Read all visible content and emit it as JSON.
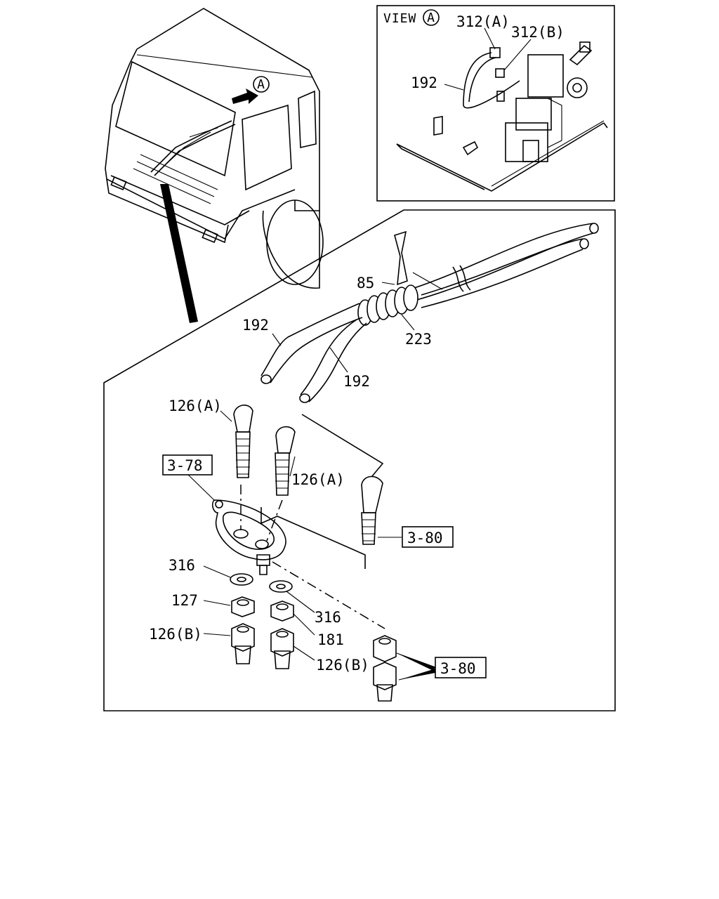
{
  "view_box": {
    "title": "VIEW",
    "marker": "A",
    "labels": {
      "p312a": "312(A)",
      "p312b": "312(B)",
      "p192": "192"
    }
  },
  "cab": {
    "marker": "A"
  },
  "detail": {
    "labels": {
      "p85": "85",
      "p192_upper": "192",
      "p223": "223",
      "p192_lower": "192",
      "p126a_left": "126(A)",
      "p126a_right": "126(A)",
      "ref_378": "3-78",
      "ref_380_mid": "3-80",
      "p316_left": "316",
      "p316_right": "316",
      "p127": "127",
      "p181": "181",
      "p126b_left": "126(B)",
      "p126b_right": "126(B)",
      "ref_380_low": "3-80"
    }
  }
}
